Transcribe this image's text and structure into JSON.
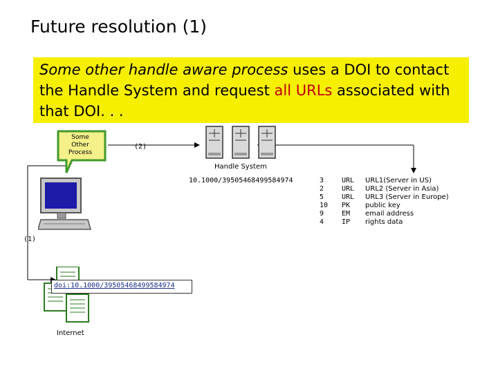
{
  "title": "Future resolution (1)",
  "callout": {
    "part1_italic": "Some other handle aware process",
    "part2": " uses a DOI to contact the Handle System and request ",
    "part3_highlight": "all URLs",
    "part4": " associated with that DOI. . ."
  },
  "process_label": [
    "Some",
    "Other",
    "Process"
  ],
  "step2_label": "(2)",
  "step1_label": "(1)",
  "handle_system_label": "Handle System",
  "handle_value": "10.1000/39505468499584974",
  "doi_link": "doi:10.1000/39505468499584974",
  "internet_label": "Internet",
  "table": {
    "indexes": [
      "3",
      "2",
      "5",
      "10",
      "9",
      "4"
    ],
    "types": [
      "URL",
      "URL",
      "URL",
      "PK",
      "EM",
      "IP"
    ],
    "values": [
      "URL1(Server in US)",
      "URL2 (Server in Asia)",
      "URL3 (Server in Europe)",
      "public key",
      "email address",
      "rights data"
    ]
  },
  "colors": {
    "callout_bg": "#f7ef00",
    "highlight": "#c00000",
    "bubble_bg": "#f4f08a",
    "bubble_border": "#3f9a2a",
    "monitor_screen": "#1f1aa8"
  },
  "icons": [
    "speech-bubble-icon",
    "computer-icon",
    "server-icon",
    "document-stack-icon"
  ]
}
